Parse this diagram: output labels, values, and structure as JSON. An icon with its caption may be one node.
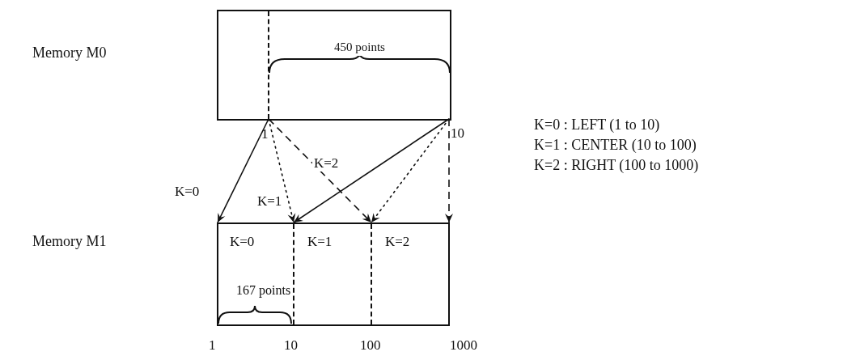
{
  "diagram": {
    "nodes": [
      {
        "text": [],
        "shape": "box"
      },
      {
        "text": [
          "450 points"
        ],
        "in": 0
      },
      {
        "text": [],
        "shape": "box"
      },
      {
        "text": [
          "K=0"
        ],
        "in": 2
      },
      {
        "text": [
          "K=1"
        ],
        "in": 2
      },
      {
        "text": [
          "K=2"
        ],
        "in": 2
      }
    ],
    "edges": [
      {
        "from": 1,
        "to": 3,
        "arrow": "to",
        "label": "K=0"
      },
      {
        "from": 1,
        "to": 4,
        "arrow": "to",
        "label": "K=1",
        "style": "dashed"
      },
      {
        "from": 1,
        "to": 5,
        "arrow": "to",
        "label": "K=2",
        "style": "dashed"
      },
      {
        "from": 1,
        "to": 4,
        "arrow": "to"
      },
      {
        "from": 1,
        "to": 5,
        "arrow": "to",
        "style": "dashed"
      },
      {
        "from": 1,
        "to": 5,
        "arrow": "to",
        "style": "dashed"
      }
    ],
    "labels": [
      "Memory M0",
      "1",
      "10",
      "K=0 : LEFT (1 to 10)",
      "K=1 : CENTER (10 to 100)",
      "K=2 : RIGHT (100 to 1000)",
      "Memory M1",
      "167 points",
      "1",
      "10",
      "100",
      "1000"
    ]
  }
}
